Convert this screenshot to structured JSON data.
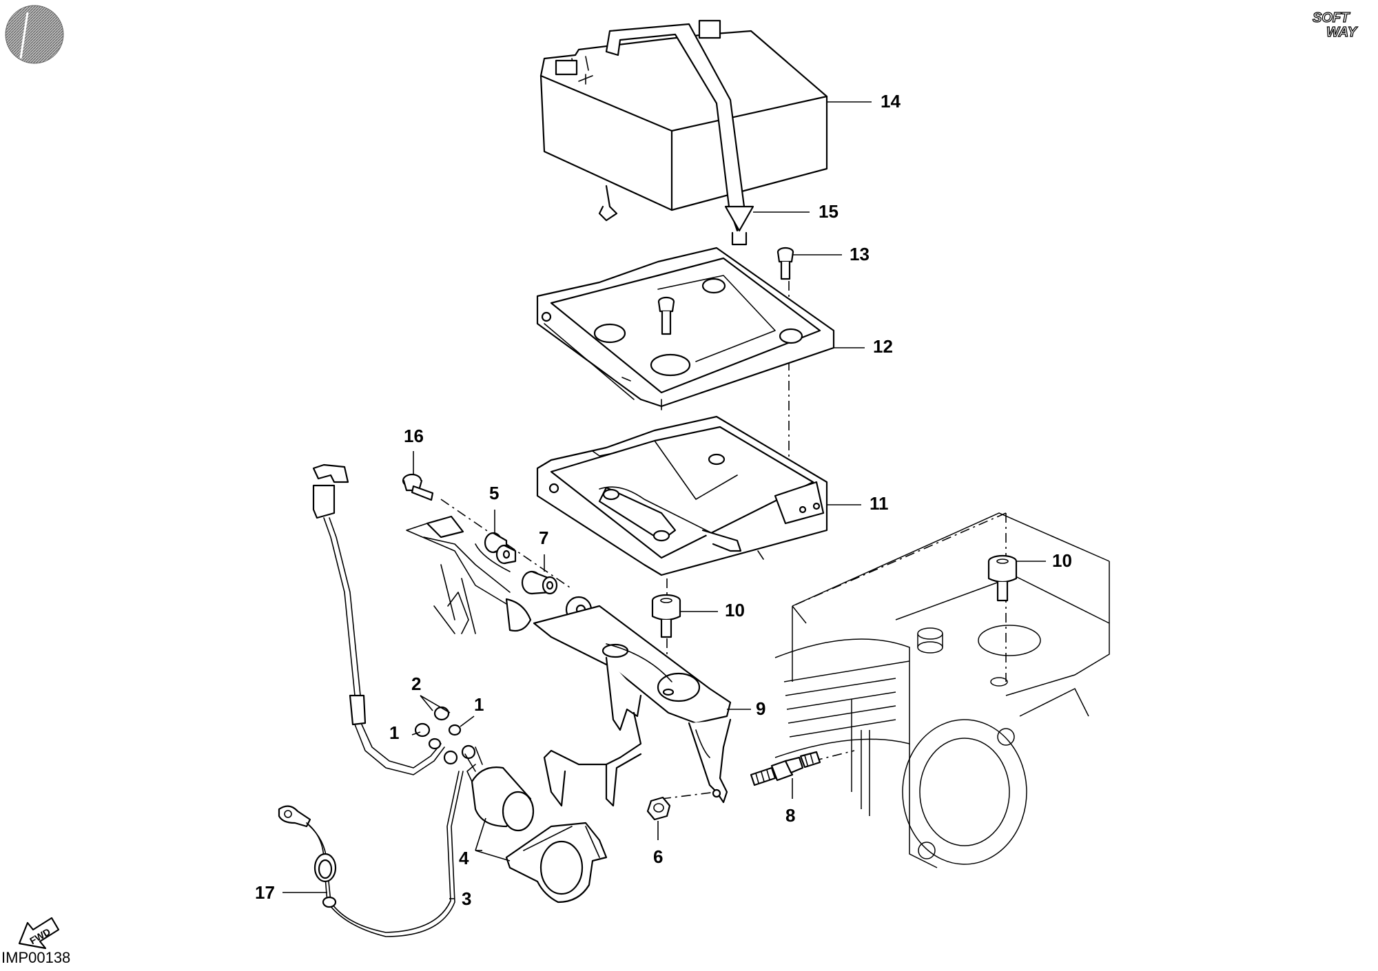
{
  "drawing_code": "IMP00138",
  "logo_text": [
    "SOFT",
    "WAY"
  ],
  "fwd_label": "FWD",
  "callouts": [
    {
      "id": "c14",
      "label": "14"
    },
    {
      "id": "c15",
      "label": "15"
    },
    {
      "id": "c13",
      "label": "13"
    },
    {
      "id": "c12",
      "label": "12"
    },
    {
      "id": "c16",
      "label": "16"
    },
    {
      "id": "c11",
      "label": "11"
    },
    {
      "id": "c5",
      "label": "5"
    },
    {
      "id": "c7",
      "label": "7"
    },
    {
      "id": "c10a",
      "label": "10"
    },
    {
      "id": "c10b",
      "label": "10"
    },
    {
      "id": "c2",
      "label": "2"
    },
    {
      "id": "c1a",
      "label": "1"
    },
    {
      "id": "c1b",
      "label": "1"
    },
    {
      "id": "c9",
      "label": "9"
    },
    {
      "id": "c8",
      "label": "8"
    },
    {
      "id": "c6",
      "label": "6"
    },
    {
      "id": "c4",
      "label": "4"
    },
    {
      "id": "c17",
      "label": "17"
    },
    {
      "id": "c3",
      "label": "3"
    }
  ],
  "icons": {
    "corner_mark": "circle-hatch-icon",
    "brand_logo": "softway-logo",
    "direction": "fwd-arrow-icon"
  }
}
